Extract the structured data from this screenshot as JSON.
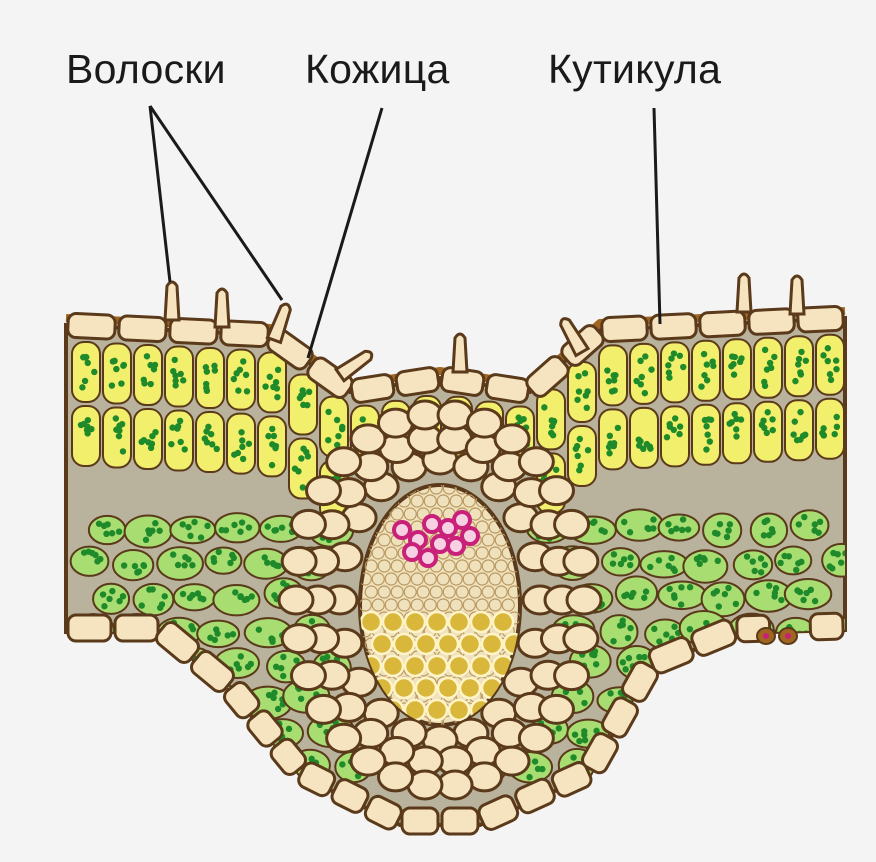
{
  "labels": {
    "hairs": "Волоски",
    "epidermis": "Кожица",
    "cuticle": "Кутикула"
  },
  "colors": {
    "background": "#f4f4f4",
    "cell_outline": "#5a3a1a",
    "epidermis_cell": "#f5e4bf",
    "cuticle": "#a0661f",
    "palisade_cell": "#f2ef6c",
    "spongy_cell": "#a8dd72",
    "chloroplast": "#1f8a2a",
    "xylem": "#c9207a",
    "phloem": "#d8b73a",
    "vascular_tissue": "#f0e1bd",
    "leader_line": "#1a1a1a"
  }
}
